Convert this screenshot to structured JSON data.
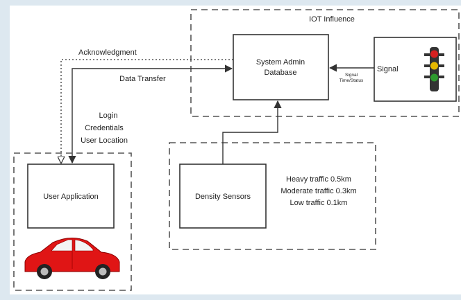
{
  "colors": {
    "frame": "#dde8f0",
    "stroke": "#333333",
    "dash": "#555555",
    "car_body": "#e01515",
    "light_red": "#d62020",
    "light_yellow": "#e6b800",
    "light_green": "#2e9a2e"
  },
  "iot": {
    "title": "IOT Influence",
    "admin_line1": "System Admin",
    "admin_line2": "Database",
    "signal_label": "Signal",
    "signal_status_line1": "Signal",
    "signal_status_line2": "Time/Status",
    "traffic_light_icon": "traffic-light-icon"
  },
  "arrows": {
    "acknowledgment": "Acknowledgment",
    "data_transfer": "Data Transfer",
    "login_line1": "Login",
    "login_line2": "Credentials",
    "login_line3": "User Location"
  },
  "user": {
    "app_label": "User Application",
    "car_icon": "car-icon"
  },
  "sensors": {
    "label": "Density Sensors",
    "heavy": "Heavy traffic 0.5km",
    "moderate": "Moderate traffic 0.3km",
    "low": "Low traffic 0.1km"
  }
}
